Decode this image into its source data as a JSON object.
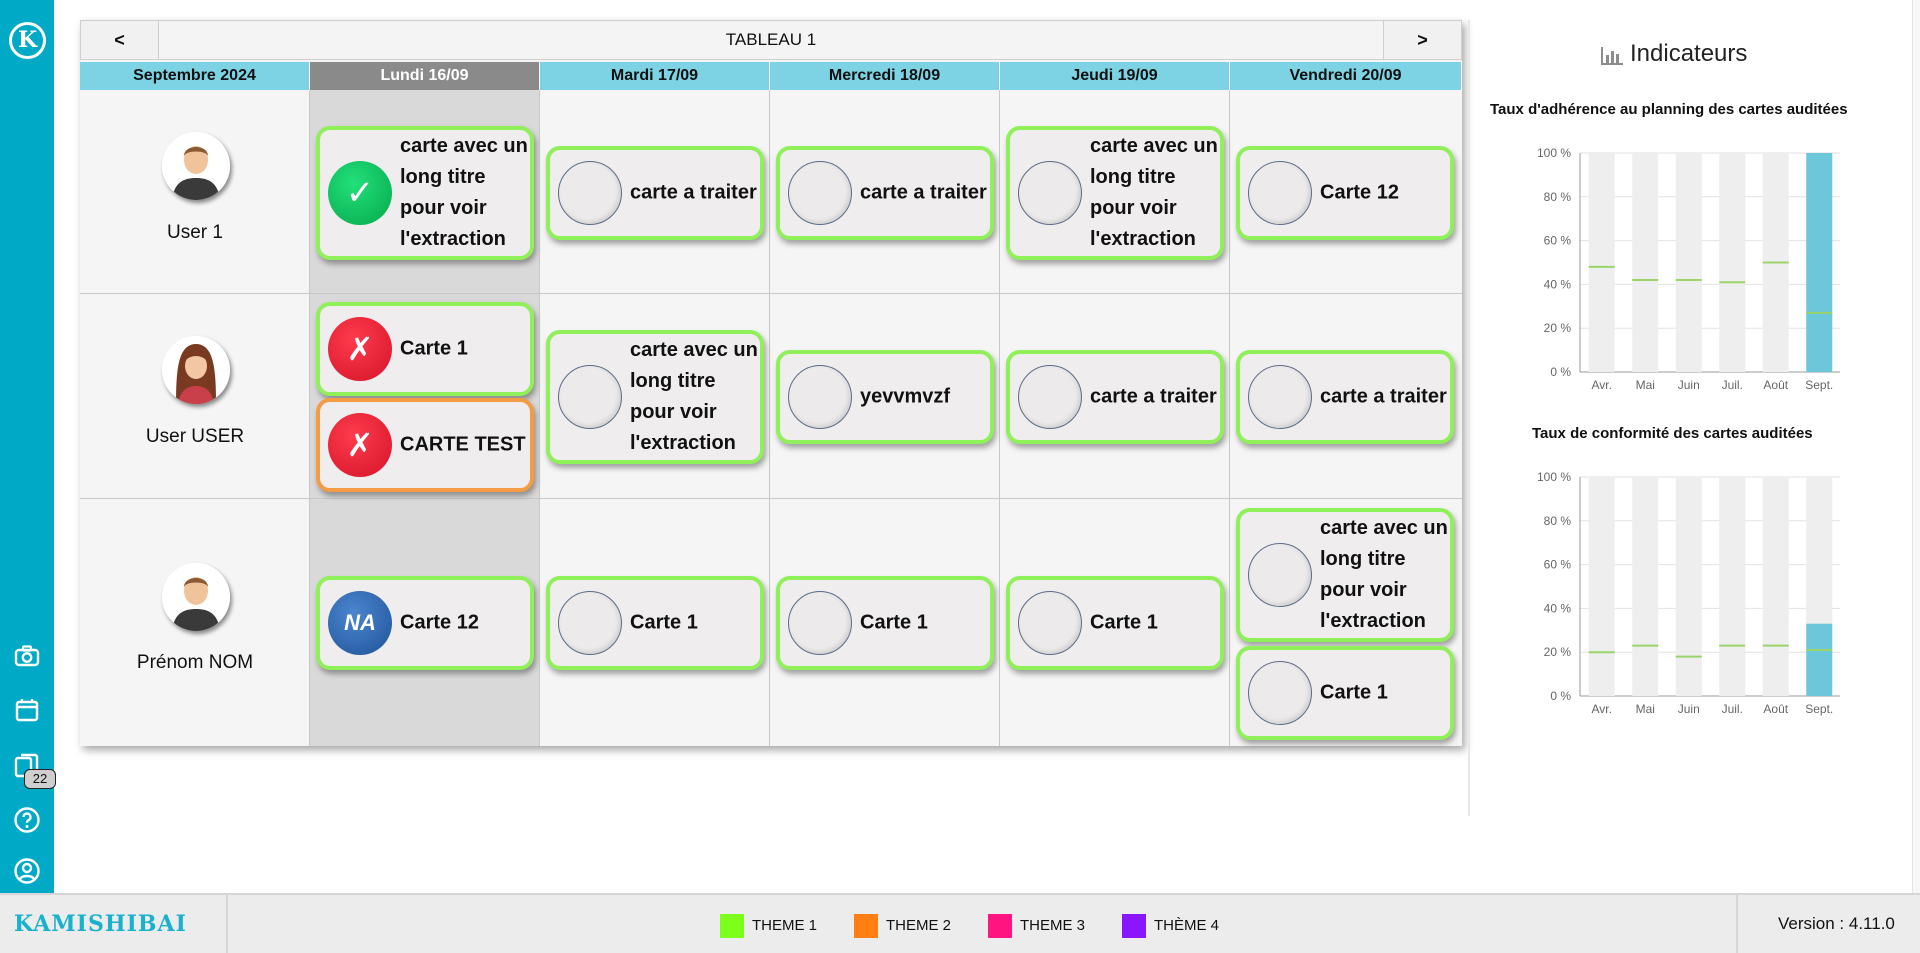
{
  "sidebar": {
    "logo_letter": "K",
    "badge_count": "22",
    "icons": [
      "camera-icon",
      "calendar-icon",
      "cards-icon",
      "help-icon",
      "user-account-icon"
    ]
  },
  "board": {
    "title": "TABLEAU 1",
    "prev_label": "<",
    "next_label": ">",
    "headers": [
      "Septembre 2024",
      "Lundi 16/09",
      "Mardi 17/09",
      "Mercredi 18/09",
      "Jeudi 19/09",
      "Vendredi 20/09"
    ],
    "users": [
      "User 1",
      "User USER",
      "Prénom NOM"
    ],
    "cards": [
      {
        "title": "carte avec un long titre pour voir l'extraction",
        "status": "ok",
        "theme": "green"
      },
      {
        "title": "carte a traiter",
        "status": "empty",
        "theme": "green"
      },
      {
        "title": "carte a traiter",
        "status": "empty",
        "theme": "green"
      },
      {
        "title": "carte avec un long titre pour voir l'extraction",
        "status": "empty",
        "theme": "green"
      },
      {
        "title": "Carte 12",
        "status": "empty",
        "theme": "green"
      },
      {
        "title": "Carte 1",
        "status": "ko",
        "theme": "green"
      },
      {
        "title": "CARTE TEST",
        "status": "ko",
        "theme": "orange"
      },
      {
        "title": "carte avec un long titre pour voir l'extraction",
        "status": "empty",
        "theme": "green"
      },
      {
        "title": "yevvmvzf",
        "status": "empty",
        "theme": "green"
      },
      {
        "title": "carte a traiter",
        "status": "empty",
        "theme": "green"
      },
      {
        "title": "carte a traiter",
        "status": "empty",
        "theme": "green"
      },
      {
        "title": "Carte 12",
        "status": "na",
        "status_text": "NA",
        "theme": "green"
      },
      {
        "title": "Carte 1",
        "status": "empty",
        "theme": "green"
      },
      {
        "title": "Carte 1",
        "status": "empty",
        "theme": "green"
      },
      {
        "title": "Carte 1",
        "status": "empty",
        "theme": "green"
      },
      {
        "title": "carte avec un long titre pour voir l'extraction",
        "status": "empty",
        "theme": "green"
      },
      {
        "title": "Carte 1",
        "status": "empty",
        "theme": "green"
      }
    ]
  },
  "panel": {
    "title": "Indicateurs",
    "chart1_title": "Taux d'adhérence au planning des cartes auditées",
    "chart2_title": "Taux de conformité des cartes auditées"
  },
  "chart_data": [
    {
      "type": "bar",
      "title": "Taux d'adhérence au planning des cartes auditées",
      "categories": [
        "Avr.",
        "Mai",
        "Juin",
        "Juil.",
        "Août",
        "Sept."
      ],
      "values": [
        0,
        0,
        0,
        0,
        0,
        100
      ],
      "target_line": [
        48,
        42,
        42,
        41,
        50,
        27
      ],
      "yticks": [
        "0 %",
        "20 %",
        "40 %",
        "60 %",
        "80 %",
        "100 %"
      ],
      "ylim": [
        0,
        100
      ]
    },
    {
      "type": "bar",
      "title": "Taux de conformité des cartes auditées",
      "categories": [
        "Avr.",
        "Mai",
        "Juin",
        "Juil.",
        "Août",
        "Sept."
      ],
      "values": [
        0,
        0,
        0,
        0,
        0,
        33
      ],
      "target_line": [
        20,
        23,
        18,
        23,
        23,
        21
      ],
      "yticks": [
        "0 %",
        "20 %",
        "40 %",
        "60 %",
        "80 %",
        "100 %"
      ],
      "ylim": [
        0,
        100
      ]
    }
  ],
  "footer": {
    "brand": "KAMISHIBAI",
    "themes": [
      {
        "label": "THEME 1",
        "color": "#7cff1a"
      },
      {
        "label": "THEME 2",
        "color": "#ff7f14"
      },
      {
        "label": "THEME 3",
        "color": "#ff1480"
      },
      {
        "label": "THÈME 4",
        "color": "#8a16ff"
      }
    ],
    "version": "Version : 4.11.0"
  },
  "colors": {
    "accent": "#00a9c6",
    "header_cyan": "#7dd3e3",
    "card_border_green": "#8ff05a",
    "card_border_orange": "#f39c45",
    "bar_fill": "#6cc7da",
    "target_line": "#9ad36a"
  }
}
